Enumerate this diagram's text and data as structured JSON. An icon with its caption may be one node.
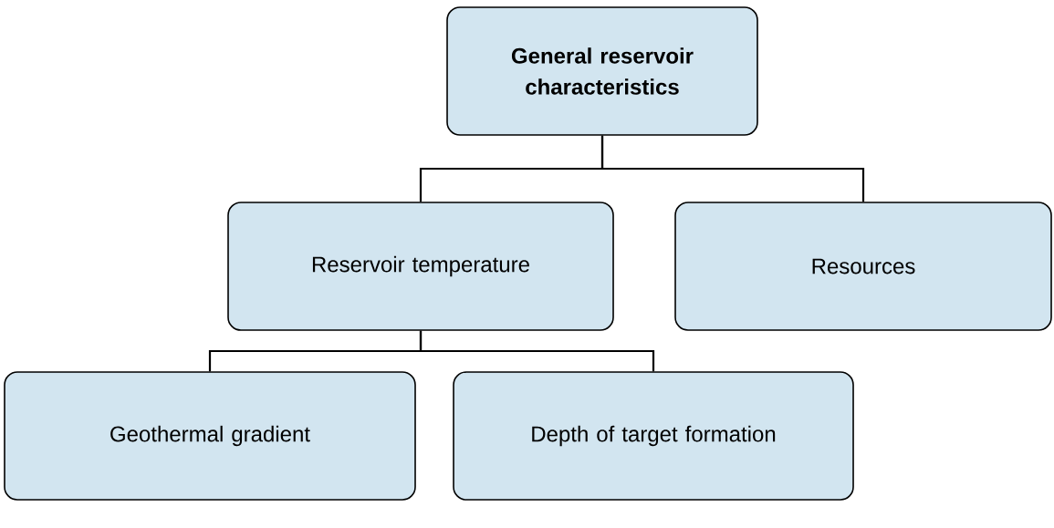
{
  "diagram": {
    "nodes": [
      {
        "text": [
          "General reservoir characteristics"
        ]
      },
      {
        "text": [
          "Reservoir temperature"
        ]
      },
      {
        "text": [
          "Resources"
        ]
      },
      {
        "text": [
          "Geothermal gradient"
        ]
      },
      {
        "text": [
          "Depth of target formation"
        ]
      }
    ],
    "edges": [
      {
        "from": 0,
        "to": 1,
        "arrow": "none"
      },
      {
        "from": 0,
        "to": 2,
        "arrow": "none"
      },
      {
        "from": 1,
        "to": 3,
        "arrow": "none"
      },
      {
        "from": 1,
        "to": 4,
        "arrow": "none"
      }
    ]
  }
}
